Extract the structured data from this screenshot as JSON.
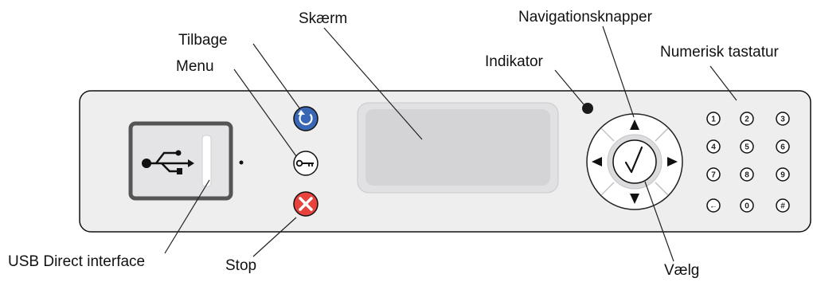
{
  "labels": {
    "tilbage": "Tilbage",
    "menu": "Menu",
    "skaerm": "Skærm",
    "navigation": "Navigationsknapper",
    "indikator": "Indikator",
    "numerisk": "Numerisk tastatur",
    "usb": "USB Direct interface",
    "stop": "Stop",
    "vaelg": "Vælg"
  },
  "keypad": {
    "keys": [
      "1",
      "2",
      "3",
      "4",
      "5",
      "6",
      "7",
      "8",
      "9",
      "←",
      "0",
      "#"
    ]
  },
  "colors": {
    "panel": "#eeeeef",
    "back_button": "#3a67b4",
    "stop_button": "#e8423c",
    "display": "#d4d4d6",
    "indicator": "#1a1a1a"
  },
  "icons": {
    "usb": "usb-icon",
    "back": "back-arrow-icon",
    "menu": "key-icon",
    "stop": "x-icon",
    "select": "checkmark-icon",
    "nav": "triangle-arrow-icon"
  }
}
